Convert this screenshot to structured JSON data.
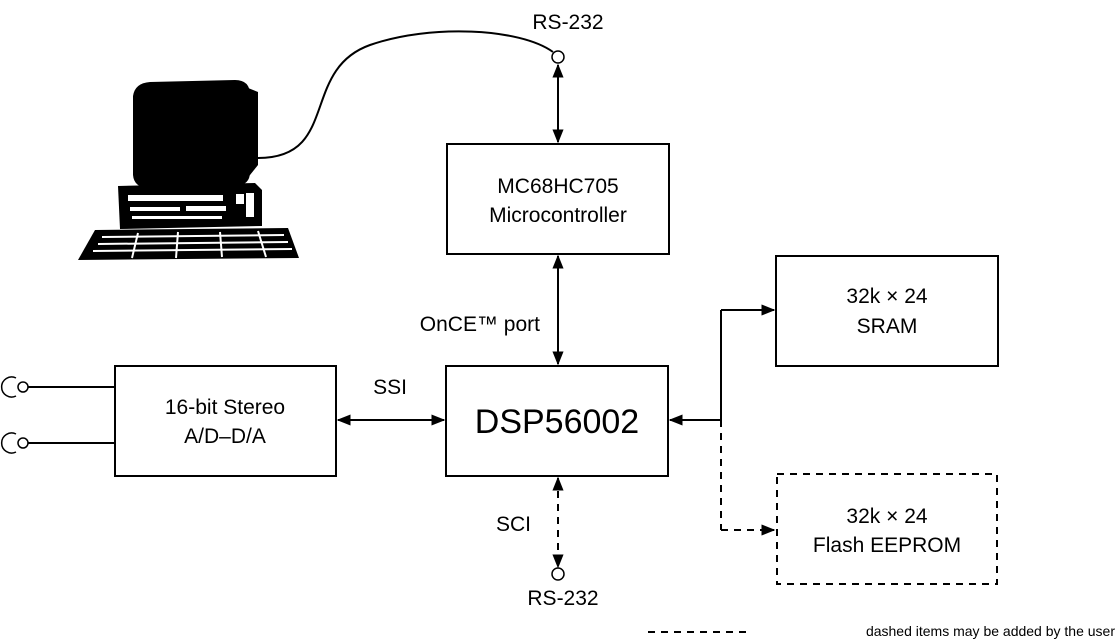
{
  "blocks": {
    "microcontroller": {
      "line1": "MC68HC705",
      "line2": "Microcontroller"
    },
    "dsp": {
      "label": "DSP56002"
    },
    "codec": {
      "line1": "16-bit Stereo",
      "line2": "A/D–D/A"
    },
    "sram": {
      "line1": "32k × 24",
      "line2": "SRAM"
    },
    "flash": {
      "line1": "32k × 24",
      "line2": "Flash EEPROM"
    }
  },
  "connections": {
    "rs232_top": "RS-232",
    "rs232_bottom": "RS-232",
    "once_port": "OnCE™ port",
    "ssi": "SSI",
    "sci": "SCI"
  },
  "legend": {
    "text": "dashed items may be added by the user"
  },
  "icons": [
    "computer-icon",
    "audio-jack-icon"
  ]
}
